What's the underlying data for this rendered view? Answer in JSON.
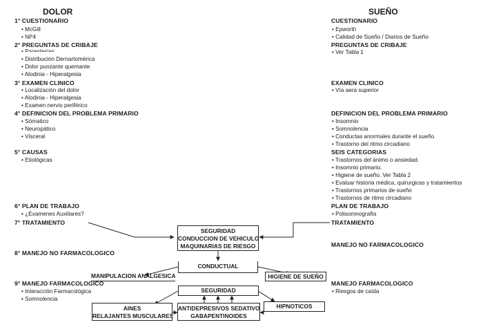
{
  "left": {
    "title": "DOLOR",
    "s1": {
      "head": "1° CUESTIONARIO",
      "items": [
        "• McGill",
        "• NP4"
      ]
    },
    "s2": {
      "head": "2° PREGUNTAS DE CRIBAJE",
      "items": [
        "• Parestesias",
        "• Distribución Dernartomérica",
        "• Dolor punzante quemante",
        "• Alodinia - Hiperalgesia"
      ]
    },
    "s3": {
      "head": "3° EXAMEN CLINICO",
      "items": [
        "• Localización del dolor",
        "• Alodinia - Hiperalgesia",
        "• Examen nervio periférico"
      ]
    },
    "s4": {
      "head": "4° DEFINICION DEL PROBLEMA PRIMARIO",
      "items": [
        "• Sómatico",
        "• Neuropático",
        "• Visceral"
      ]
    },
    "s5": {
      "head": "5° CAUSAS",
      "items": [
        "• Etiológicas"
      ]
    },
    "s6": {
      "head": "6° PLAN DE TRABAJO",
      "items": [
        "• ¿Examenes Auxiliares?"
      ]
    },
    "s7": {
      "head": "7° TRATAMIENTO"
    },
    "s8": {
      "head": "8° MANEJO NO FARMACOLOGICO"
    },
    "s9": {
      "head": "9° MANEJO FARMACOLOGICO",
      "items": [
        "• Interacción Farmacológica",
        "• Somnolencia"
      ]
    }
  },
  "right": {
    "title": "SUEÑO",
    "s1": {
      "head": "CUESTIONARIO",
      "items": [
        "• Epworth",
        "• Calidad de Sueño / Diarios de Sueño"
      ]
    },
    "s2": {
      "head": "PREGUNTAS DE CRIBAJE",
      "items": [
        "• Ver Tabla 1"
      ]
    },
    "s3": {
      "head": "EXAMEN CLINICO",
      "items": [
        "• Vía aera superior"
      ]
    },
    "s4": {
      "head": "DEFINICION DEL PROBLEMA PRIMARIO",
      "items": [
        "• Insomnio",
        "• Somnolencia",
        "• Conductas anormales durante el sueño",
        "• Trastorno del ritmo circadiano"
      ]
    },
    "s5": {
      "head": "SEIS CATEGORIAS",
      "items": [
        "• Trastornos del ánimo o ansiedad.",
        "• Insomnio primario.",
        "• Higiene de sueño. Ver Tabla 2",
        "• Evaluar historia médica, quirurgicas y tratamientos",
        "• Trastornos primarios de sueño",
        "• Trastornos de ritmo circadiano"
      ]
    },
    "s6": {
      "head": "PLAN DE TRABAJO",
      "items": [
        "• Polisomnografía"
      ]
    },
    "s7": {
      "head": "TRATAMIENTO"
    },
    "s8": {
      "head": "MANEJO NO FARMACOLOGICO"
    },
    "s9": {
      "head": "MANEJO FARMACOLOGICO",
      "items": [
        "• Riesgos de caída"
      ]
    }
  },
  "boxes": {
    "seguridad_top": [
      "SEGURIDAD",
      "CONDUCCION DE VEHICULOS",
      "MAQUINARIAS DE RIESGO"
    ],
    "conductual": "CONDUCTUAL",
    "manipulacion": "MANIPULACION ANALGESICA",
    "higiene": "HIGIENE DE SUEÑO",
    "seguridad_bottom": "SEGURIDAD",
    "aines": [
      "AINES",
      "RELAJANTES MUSCULARES"
    ],
    "antidepresivos": [
      "ANTIDEPRESIVOS SEDATIVOS",
      "GABAPENTINOIDES"
    ],
    "hipnoticos": "HIPNOTICOS"
  }
}
